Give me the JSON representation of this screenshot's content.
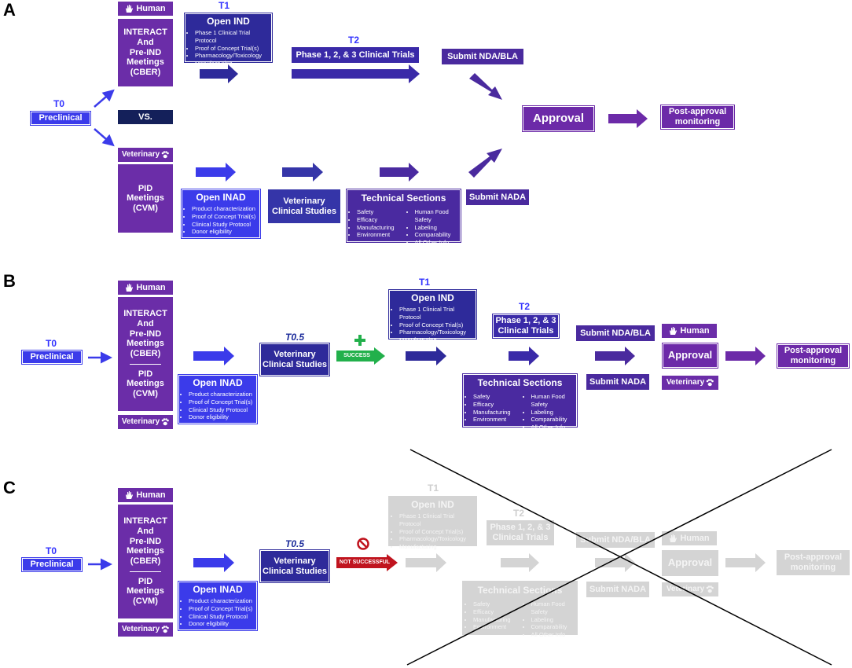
{
  "panels": [
    "A",
    "B",
    "C"
  ],
  "time_labels": {
    "t0": "T0",
    "t05": "T0.5",
    "t1": "T1",
    "t2": "T2"
  },
  "common": {
    "preclinical": "Preclinical",
    "human": "Human",
    "veterinary": "Veterinary",
    "interact": [
      "INTERACT",
      "And",
      "Pre-IND",
      "Meetings",
      "(CBER)"
    ],
    "pid": [
      "PID",
      "Meetings",
      "(CVM)"
    ],
    "vs": "VS.",
    "open_ind": "Open IND",
    "open_ind_items": [
      "Phase 1 Clinical Trial Protocol",
      "Proof of Concept Trial(s)",
      "Pharmacology/Toxicology",
      "Manufacturing"
    ],
    "open_inad": "Open INAD",
    "open_inad_items": [
      "Product characterization",
      "Proof of Concept Trial(s)",
      "Clinical Study Protocol",
      "Donor eligibility"
    ],
    "vet_clinical": [
      "Veterinary",
      "Clinical Studies"
    ],
    "technical": "Technical Sections",
    "technical_left": [
      "Safety",
      "Efficacy",
      "Manufacturing",
      "Environment"
    ],
    "technical_right": [
      "Human Food Safety",
      "Labeling",
      "Comparability",
      "All Other Info"
    ],
    "phase_trials_a": "Phase 1, 2, & 3 Clinical Trials",
    "phase_trials_b": [
      "Phase 1, 2, & 3",
      "Clinical Trials"
    ],
    "submit_nda": "Submit NDA/BLA",
    "submit_nada": "Submit NADA",
    "approval": "Approval",
    "post_approval": [
      "Post-approval",
      "monitoring"
    ],
    "success": "SUCCESS",
    "not_successful": "NOT SUCCESSFUL"
  },
  "colors": {
    "blue_light": "#3b3bea",
    "blue_mid": "#3535c8",
    "navy": "#2e2a9a",
    "dark_navy": "#14205a",
    "purple": "#6c2aa8",
    "purple_mid": "#5a2aa8",
    "green": "#22b04b",
    "red": "#c0141e",
    "gray": "#d4d4d4"
  },
  "icons": [
    "hand-icon",
    "paw-icon",
    "plus-icon",
    "prohibited-icon"
  ]
}
